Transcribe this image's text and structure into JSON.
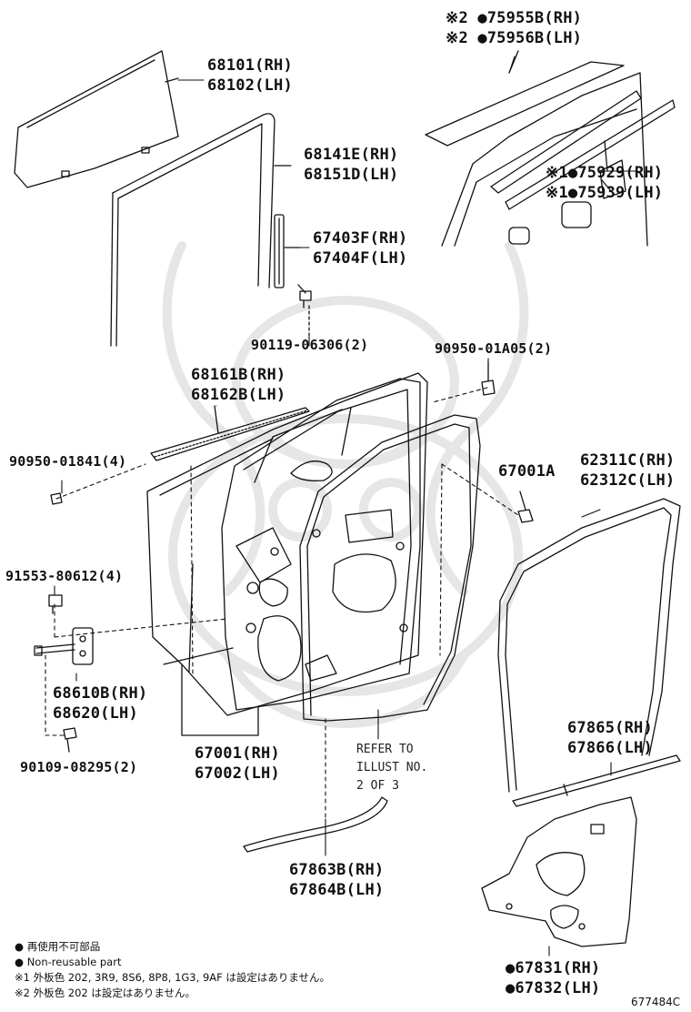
{
  "labels": {
    "p75955": "※2 ●75955B(RH)",
    "p75956": "※2 ●75956B(LH)",
    "p68101": "68101(RH)",
    "p68102": "68102(LH)",
    "p68141": "68141E(RH)",
    "p68151": "68151D(LH)",
    "p75929": "※1●75929(RH)",
    "p75939": "※1●75939(LH)",
    "p67403": "67403F(RH)",
    "p67404": "67404F(LH)",
    "p90119": "90119-06306(2)",
    "p90950a": "90950-01A05(2)",
    "p68161": "68161B(RH)",
    "p68162": "68162B(LH)",
    "p90950b": "90950-01841(4)",
    "p67001a": "67001A",
    "p62311": "62311C(RH)",
    "p62312": "62312C(LH)",
    "p91553": "91553-80612(4)",
    "p68610": "68610B(RH)",
    "p68620": "68620(LH)",
    "p67865": "67865(RH)",
    "p67866": "67866(LH)",
    "p67001": "67001(RH)",
    "p67002": "67002(LH)",
    "p90109": "90109-08295(2)",
    "p67863": "67863B(RH)",
    "p67864": "67864B(LH)",
    "p67831": "●67831(RH)",
    "p67832": "●67832(LH)"
  },
  "refer_note": {
    "line1": "REFER TO",
    "line2": "ILLUST NO.",
    "line3": "2 OF 3"
  },
  "legend": {
    "line1": "● 再使用不可部品",
    "line2": "● Non-reusable part",
    "line3": "※1 外板色 202, 3R9, 8S6, 8P8, 1G3, 9AF は設定はありません。",
    "line4": "※2 外板色 202 は設定はありません。"
  },
  "illustration_code": "677484C",
  "colors": {
    "ink": "#111111",
    "watermark": "#e4e4e4"
  }
}
